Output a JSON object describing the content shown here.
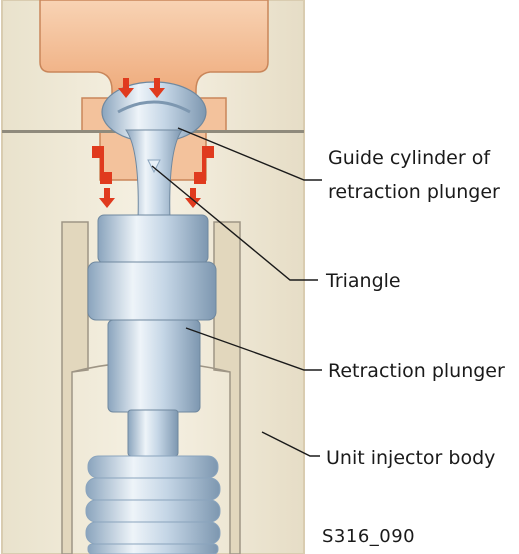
{
  "labels": {
    "guide_cylinder": "Guide cylinder of retraction plunger",
    "triangle": "Triangle",
    "retraction_plunger": "Retraction plunger",
    "unit_injector_body": "Unit injector body"
  },
  "figure_code": "S316_090",
  "colors": {
    "housing": "#f2ecda",
    "housing_edge": "#d9ccb0",
    "orange": "#f0b88e",
    "orange_edge": "#c9865a",
    "metal_light": "#dfe9f2",
    "metal_mid": "#b9cde0",
    "metal_dark": "#7f99b2",
    "arrow_red": "#e03a1e",
    "leader": "#1a1a1a"
  },
  "icons": [
    "flow-arrow-icon"
  ]
}
